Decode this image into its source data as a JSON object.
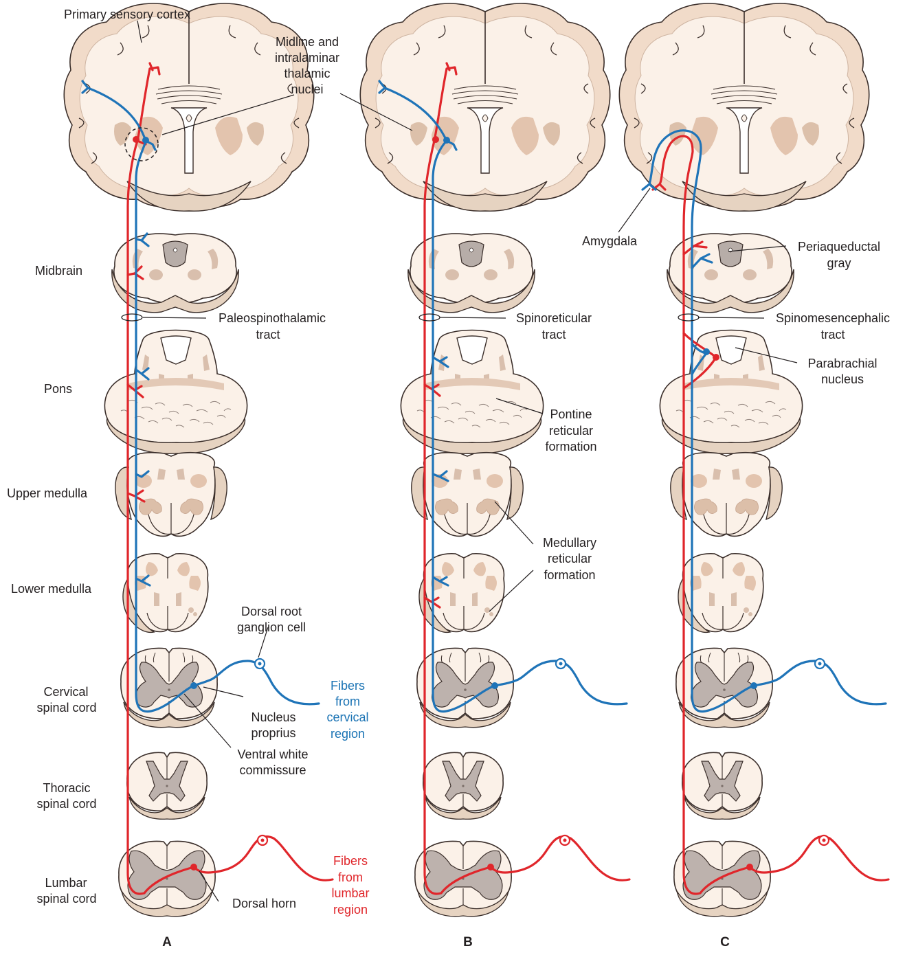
{
  "labels": {
    "primary_sensory_cortex": "Primary sensory cortex",
    "midline_1": "Midline and",
    "midline_2": "intralaminar",
    "midline_3": "thalamic",
    "midline_4": "nuclei",
    "midbrain": "Midbrain",
    "pons": "Pons",
    "upper_medulla": "Upper medulla",
    "lower_medulla": "Lower medulla",
    "cervical_1": "Cervical",
    "cervical_2": "spinal cord",
    "thoracic_1": "Thoracic",
    "thoracic_2": "spinal cord",
    "lumbar_1": "Lumbar",
    "lumbar_2": "spinal cord",
    "paleo_1": "Paleospinothalamic",
    "paleo_2": "tract",
    "drg_1": "Dorsal root",
    "drg_2": "ganglion cell",
    "nucleus_1": "Nucleus",
    "nucleus_2": "proprius",
    "vwc_1": "Ventral white",
    "vwc_2": "commissure",
    "dorsal_horn": "Dorsal horn",
    "fibers_cervical_1": "Fibers",
    "fibers_cervical_2": "from",
    "fibers_cervical_3": "cervical",
    "fibers_cervical_4": "region",
    "fibers_lumbar_1": "Fibers",
    "fibers_lumbar_2": "from",
    "fibers_lumbar_3": "lumbar",
    "fibers_lumbar_4": "region",
    "spinoreticular_1": "Spinoreticular",
    "spinoreticular_2": "tract",
    "pontine_1": "Pontine",
    "pontine_2": "reticular",
    "pontine_3": "formation",
    "medullary_1": "Medullary",
    "medullary_2": "reticular",
    "medullary_3": "formation",
    "amygdala": "Amygdala",
    "periaqueductal_1": "Periaqueductal",
    "periaqueductal_2": "gray",
    "spinomes_1": "Spinomesencephalic",
    "spinomes_2": "tract",
    "parabrachial_1": "Parabrachial",
    "parabrachial_2": "nucleus"
  },
  "panels": [
    "A",
    "B",
    "C"
  ],
  "colors": {
    "cervical_fibers": "#1f74b8",
    "lumbar_fibers": "#e0262b",
    "cortex_tissue": "#f1dbc9",
    "white_matter": "#fbf1e8",
    "gray_matter": "#bdb2ad"
  }
}
